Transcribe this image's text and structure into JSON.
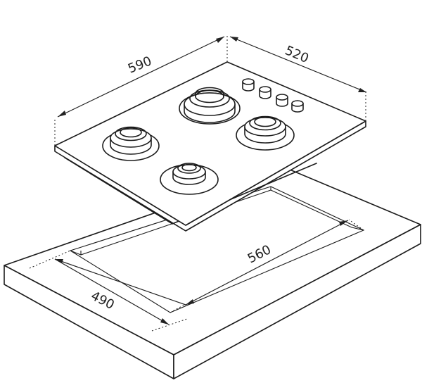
{
  "dimensions": {
    "hob_width": "590",
    "hob_depth": "520",
    "cutout_width": "560",
    "cutout_depth": "490"
  },
  "hob": {
    "burners": [
      "front-left",
      "rear-center",
      "right",
      "front-center"
    ],
    "control_knobs": 4
  },
  "colors": {
    "line": "#1c1c1c",
    "background": "#ffffff"
  }
}
